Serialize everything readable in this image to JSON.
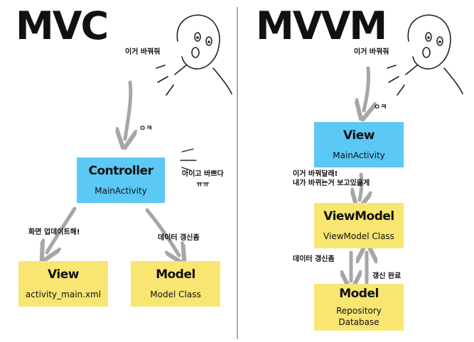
{
  "mvc": {
    "title": "MVC",
    "speech": "이거 바꿔줘",
    "ok": "ㅇㅋ",
    "busy_line1": "아이고 바쁘다",
    "busy_line2": "ㅠㅠ",
    "update_screen": "화면 업데이트해!",
    "update_data": "데이터 갱신좀",
    "controller": {
      "title": "Controller",
      "sub": "MainActivity"
    },
    "view": {
      "title": "View",
      "sub": "activity_main.xml"
    },
    "model": {
      "title": "Model",
      "sub": "Model Class"
    }
  },
  "mvvm": {
    "title": "MVVM",
    "speech": "이거 바꿔줘",
    "ok": "ㅇㅋ",
    "request_line1": "이거 바꿔달래!",
    "request_line2": "내가 바뀌는거 보고있을게",
    "update_data": "데이터 갱신좀",
    "update_done": "갱신 완료",
    "view": {
      "title": "View",
      "sub": "MainActivity"
    },
    "viewmodel": {
      "title": "ViewModel",
      "sub": "ViewModel Class"
    },
    "model": {
      "title": "Model",
      "sub_line1": "Repository",
      "sub_line2": "Database"
    }
  },
  "colors": {
    "controller_box": "#5bc8f5",
    "view_box_mvvm": "#5bc8f5",
    "yellow_box": "#f8e572",
    "arrow": "#a6a6a6",
    "divider": "#aaaaaa"
  }
}
